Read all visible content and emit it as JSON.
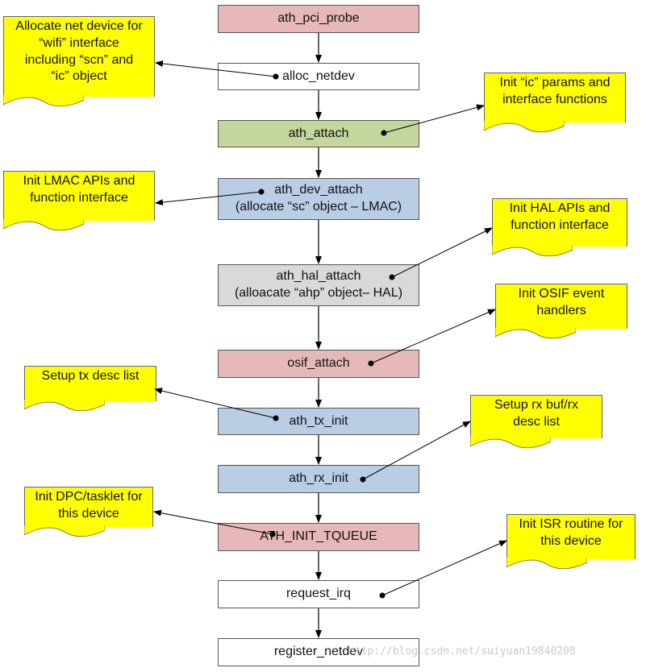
{
  "colors": {
    "pink": "#e6b9b8",
    "green": "#c3d69b",
    "blue": "#b9cde5",
    "gray": "#d9d9d9",
    "white": "#ffffff",
    "note": "#ffff00"
  },
  "flow": [
    {
      "id": "ath_pci_probe",
      "lines": [
        "ath_pci_probe"
      ],
      "fill": "pink"
    },
    {
      "id": "alloc_netdev",
      "lines": [
        "alloc_netdev"
      ],
      "fill": "white"
    },
    {
      "id": "ath_attach",
      "lines": [
        "ath_attach"
      ],
      "fill": "green"
    },
    {
      "id": "ath_dev_attach",
      "lines": [
        "ath_dev_attach",
        "(allocate “sc” object – LMAC)"
      ],
      "fill": "blue"
    },
    {
      "id": "ath_hal_attach",
      "lines": [
        "ath_hal_attach",
        "(alloacate “ahp” object– HAL)"
      ],
      "fill": "gray"
    },
    {
      "id": "osif_attach",
      "lines": [
        "osif_attach"
      ],
      "fill": "pink"
    },
    {
      "id": "ath_tx_init",
      "lines": [
        "ath_tx_init"
      ],
      "fill": "blue"
    },
    {
      "id": "ath_rx_init",
      "lines": [
        "ath_rx_init"
      ],
      "fill": "blue"
    },
    {
      "id": "ath_init_tqueue",
      "lines": [
        "ATH_INIT_TQUEUE"
      ],
      "fill": "pink"
    },
    {
      "id": "request_irq",
      "lines": [
        "request_irq"
      ],
      "fill": "white"
    },
    {
      "id": "register_netdev",
      "lines": [
        "register_netdev"
      ],
      "fill": "white"
    }
  ],
  "notes": [
    {
      "id": "note-alloc",
      "lines": [
        "Allocate net device for",
        "“wifi” interface",
        "including “scn” and",
        "“ic” object"
      ]
    },
    {
      "id": "note-ic",
      "lines": [
        "Init “ic” params and",
        "interface functions"
      ]
    },
    {
      "id": "note-lmac",
      "lines": [
        "Init LMAC APIs and",
        "function interface"
      ]
    },
    {
      "id": "note-hal",
      "lines": [
        "Init HAL APIs and",
        "function interface"
      ]
    },
    {
      "id": "note-osif",
      "lines": [
        "Init OSIF event",
        "handlers"
      ]
    },
    {
      "id": "note-tx",
      "lines": [
        "Setup tx desc list"
      ]
    },
    {
      "id": "note-rx",
      "lines": [
        "Setup rx buf/rx",
        "desc list"
      ]
    },
    {
      "id": "note-dpc",
      "lines": [
        "Init DPC/tasklet for",
        "this device"
      ]
    },
    {
      "id": "note-isr",
      "lines": [
        "Init ISR routine for",
        "this device"
      ]
    }
  ],
  "watermark": "http://blog.csdn.net/suiyuan19840208"
}
